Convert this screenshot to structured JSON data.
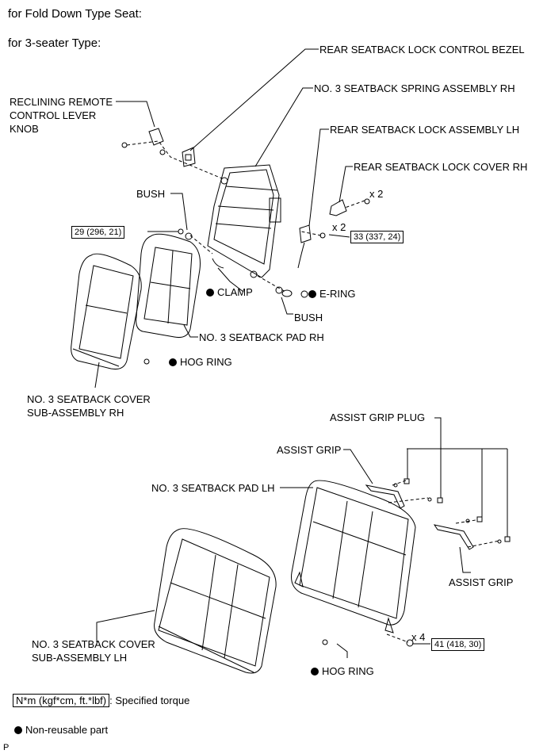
{
  "header": {
    "line1": "for Fold Down Type Seat:",
    "line2": "for 3-seater Type:"
  },
  "labels": {
    "rear_seatback_lock_control_bezel": "REAR SEATBACK LOCK CONTROL BEZEL",
    "no3_seatback_spring_assembly_rh": "NO. 3 SEATBACK SPRING ASSEMBLY RH",
    "rear_seatback_lock_assembly_lh": "REAR SEATBACK LOCK ASSEMBLY LH",
    "rear_seatback_lock_cover_rh": "REAR SEATBACK LOCK COVER RH",
    "reclining_remote_line1": "RECLINING REMOTE",
    "reclining_remote_line2": "CONTROL LEVER",
    "reclining_remote_line3": "KNOB",
    "bush_upper": "BUSH",
    "bush_lower": "BUSH",
    "clamp": "CLAMP",
    "e_ring": "E-RING",
    "no3_seatback_pad_rh": "NO. 3 SEATBACK PAD RH",
    "hog_ring_upper": "HOG RING",
    "no3_seatback_cover_rh_line1": "NO. 3 SEATBACK COVER",
    "no3_seatback_cover_rh_line2": "SUB-ASSEMBLY RH",
    "assist_grip_plug": "ASSIST GRIP PLUG",
    "assist_grip_upper": "ASSIST GRIP",
    "no3_seatback_pad_lh": "NO. 3 SEATBACK PAD LH",
    "assist_grip_lower": "ASSIST GRIP",
    "no3_seatback_cover_lh_line1": "NO. 3 SEATBACK COVER",
    "no3_seatback_cover_lh_line2": "SUB-ASSEMBLY LH",
    "hog_ring_lower": "HOG RING",
    "x2_upper": "x 2",
    "x2_lower": "x 2",
    "x4": "x 4"
  },
  "torques": {
    "t1": "29 (296, 21)",
    "t2": "33 (337, 24)",
    "t3": "41 (418, 30)"
  },
  "legend": {
    "torque_box": "N*m (kgf*cm, ft.*lbf)",
    "torque_text": ": Specified torque",
    "nonreusable_text": "Non-reusable part"
  },
  "footer_code": "P"
}
